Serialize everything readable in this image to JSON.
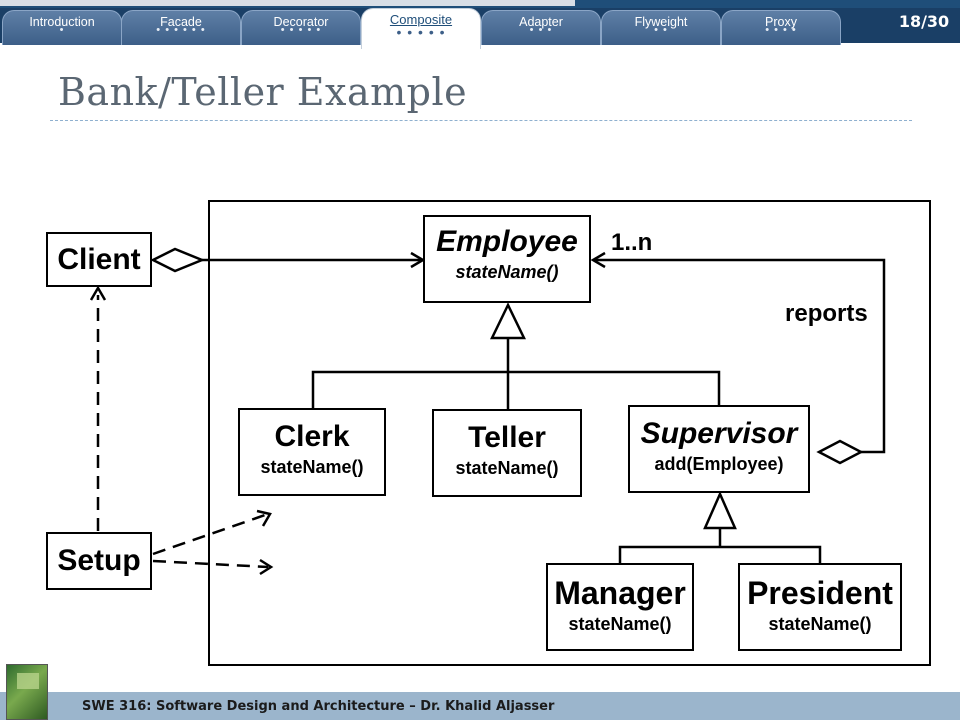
{
  "nav": {
    "tabs": [
      {
        "label": "Introduction",
        "dots": "•"
      },
      {
        "label": "Facade",
        "dots": "• • • • • •"
      },
      {
        "label": "Decorator",
        "dots": "• • • • •"
      },
      {
        "label": "Composite",
        "dots": "• • • • •"
      },
      {
        "label": "Adapter",
        "dots": "• • •"
      },
      {
        "label": "Flyweight",
        "dots": "• •"
      },
      {
        "label": "Proxy",
        "dots": "• • • •"
      }
    ],
    "page_number": "18/30"
  },
  "slide": {
    "title": "Bank/Teller Example"
  },
  "diagram": {
    "client": "Client",
    "setup": "Setup",
    "employee": {
      "name": "Employee",
      "op": "stateName()"
    },
    "clerk": {
      "name": "Clerk",
      "op": "stateName()"
    },
    "teller": {
      "name": "Teller",
      "op": "stateName()"
    },
    "supervisor": {
      "name": "Supervisor",
      "op": "add(Employee)"
    },
    "manager": {
      "name": "Manager",
      "op": "stateName()"
    },
    "president": {
      "name": "President",
      "op": "stateName()"
    },
    "multiplicity": "1..n",
    "reports_label": "reports"
  },
  "footer": {
    "text": "SWE 316: Software Design and Architecture – Dr. Khalid Aljasser"
  }
}
